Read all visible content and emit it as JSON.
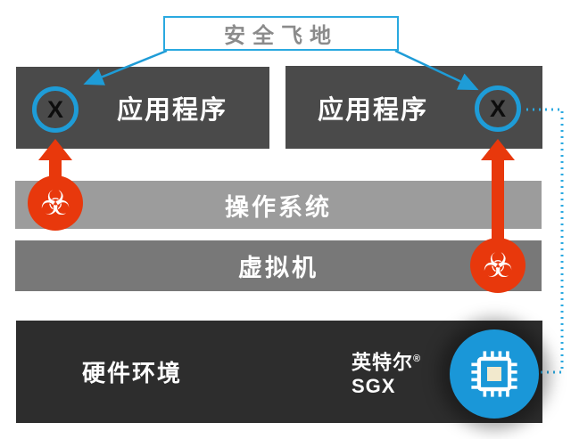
{
  "enclave": {
    "label": "安全飞地"
  },
  "layers": {
    "app_left": {
      "label": "应用程序"
    },
    "app_right": {
      "label": "应用程序"
    },
    "os": {
      "label": "操作系统"
    },
    "vm": {
      "label": "虚拟机"
    },
    "hardware": {
      "label": "硬件环境"
    }
  },
  "intel_sgx": {
    "brand": "英特尔",
    "reg": "®",
    "product": "SGX"
  },
  "marks": {
    "x_left": "X",
    "x_right": "X",
    "biohazard_left": "☣",
    "biohazard_right": "☣"
  },
  "colors": {
    "blue": "#1e9cd7",
    "blue_dot": "#2aa9e0",
    "red": "#e8380c",
    "dark_bar": "#4a4a4a",
    "os_bar": "#9c9c9c",
    "vm_bar": "#787878",
    "hw_bar": "#2d2d2d",
    "chip_blue": "#1a97d8",
    "chip_core": "#f2e9cd",
    "label_gray": "#8b8b8b"
  }
}
